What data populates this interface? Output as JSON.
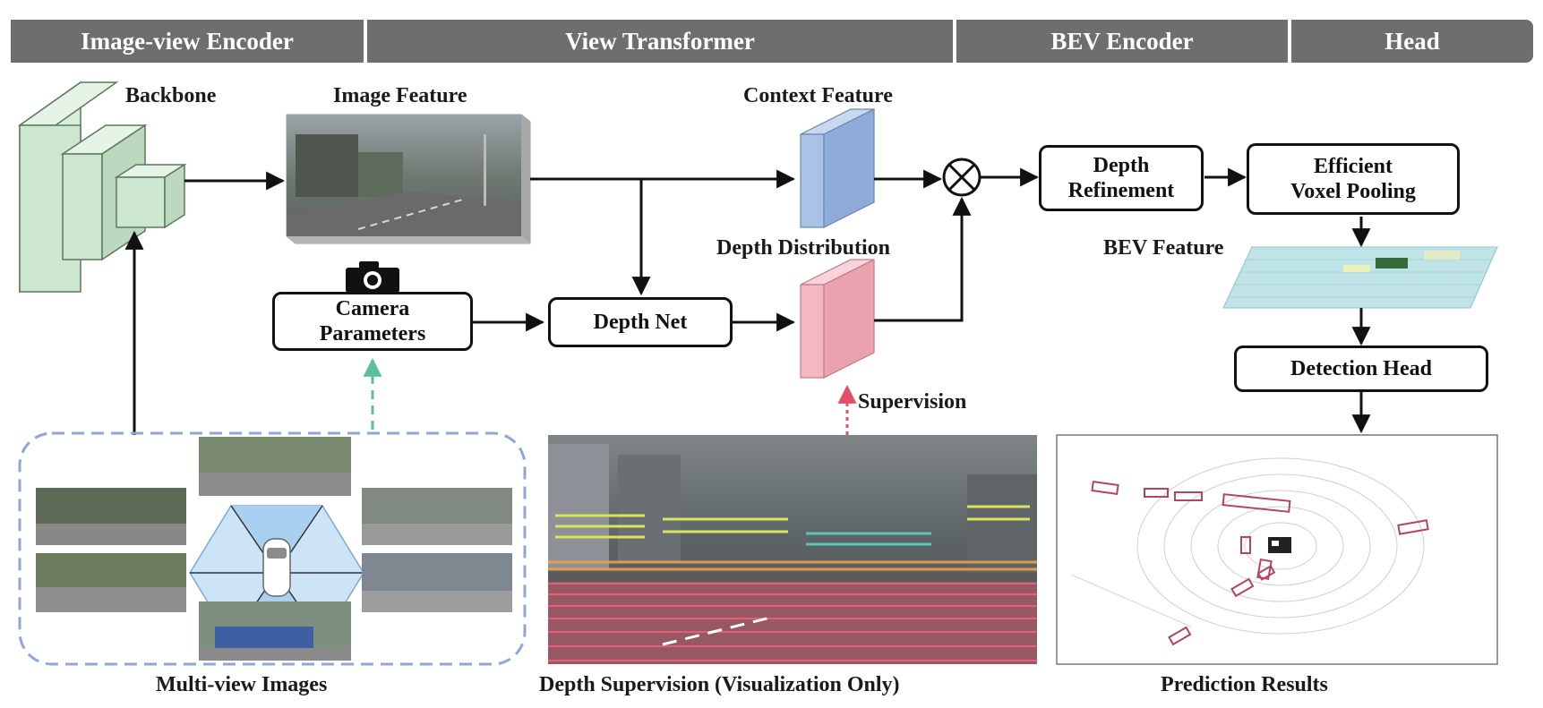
{
  "sections": [
    {
      "label": "Image-view Encoder"
    },
    {
      "label": "View Transformer"
    },
    {
      "label": "BEV Encoder"
    },
    {
      "label": "Head"
    }
  ],
  "labels": {
    "backbone": "Backbone",
    "image_feature": "Image Feature",
    "context_feature": "Context Feature",
    "depth_distribution": "Depth Distribution",
    "bev_feature": "BEV Feature",
    "supervision": "Supervision",
    "multi_view": "Multi-view Images",
    "depth_supervision": "Depth Supervision (Visualization Only)",
    "prediction_results": "Prediction Results"
  },
  "boxes": {
    "camera_parameters": {
      "line1": "Camera",
      "line2": "Parameters"
    },
    "depth_net": {
      "label": "Depth Net"
    },
    "depth_refinement": {
      "line1": "Depth",
      "line2": "Refinement"
    },
    "voxel_pooling": {
      "line1": "Efficient",
      "line2": "Voxel Pooling"
    },
    "detection_head": {
      "label": "Detection Head"
    }
  },
  "colors": {
    "header_bg": "#6e6e6e",
    "backbone_green": "#cde6d0",
    "context_blue": "#a9c2e6",
    "depth_pink": "#f4b8c4",
    "bev_teal": "#bfe3e6",
    "camera_link_green": "#5bbf99",
    "supervision_red": "#e0506a",
    "multi_view_dash": "#8ea7d4"
  },
  "icons": {
    "camera": "camera-icon",
    "fusion": "multiply-circle-icon"
  }
}
